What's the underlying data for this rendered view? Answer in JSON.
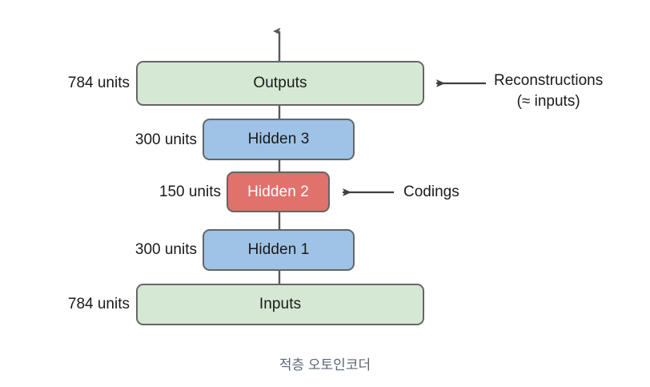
{
  "diagram": {
    "title": "적층 오토인코더",
    "type": "stacked-autoencoder-architecture",
    "colors": {
      "green_fill": "#d5e8d4",
      "blue_fill": "#9ec3e6",
      "red_fill": "#e0716b",
      "border": "#666666",
      "text": "#1a1a1a",
      "caption_text": "#5b6575",
      "background": "#ffffff"
    },
    "layers": [
      {
        "id": "outputs",
        "label": "Outputs",
        "units": "784 units",
        "style": "green"
      },
      {
        "id": "hidden3",
        "label": "Hidden 3",
        "units": "300 units",
        "style": "blue"
      },
      {
        "id": "hidden2",
        "label": "Hidden 2",
        "units": "150 units",
        "style": "red"
      },
      {
        "id": "hidden1",
        "label": "Hidden 1",
        "units": "300 units",
        "style": "blue"
      },
      {
        "id": "inputs",
        "label": "Inputs",
        "units": "784 units",
        "style": "green"
      }
    ],
    "annotations": [
      {
        "id": "reconstructions",
        "line1": "Reconstructions",
        "line2": "(≈ inputs)",
        "points_to": "outputs",
        "arrow": "left"
      },
      {
        "id": "codings",
        "line1": "Codings",
        "points_to": "hidden2",
        "arrow": "left"
      }
    ],
    "flow_arrow": {
      "direction": "up",
      "from": "inputs",
      "to": "above-outputs"
    }
  }
}
